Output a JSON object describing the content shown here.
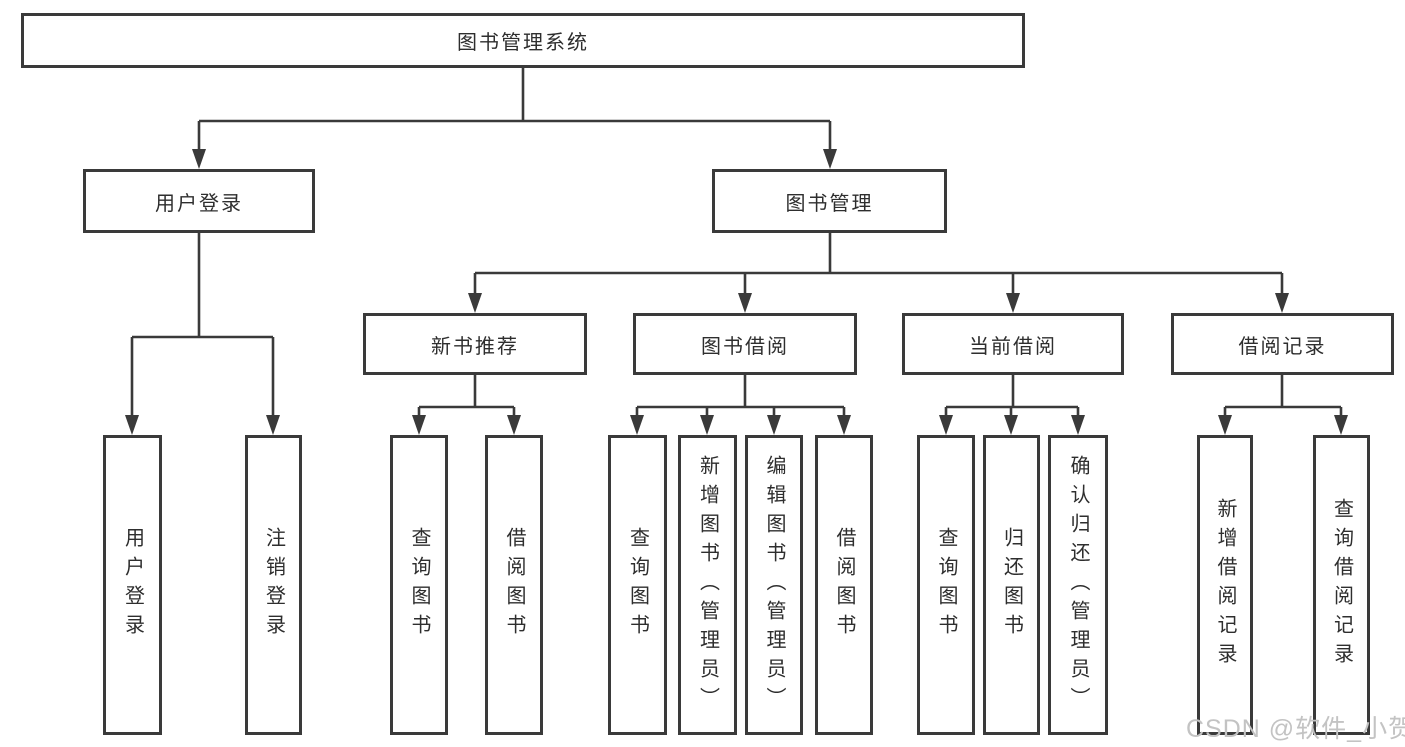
{
  "diagram": {
    "root": {
      "label": "图书管理系统"
    },
    "branches": [
      {
        "label": "用户登录",
        "children": [
          {
            "label": "用户登录"
          },
          {
            "label": "注销登录"
          }
        ]
      },
      {
        "label": "图书管理",
        "children": [
          {
            "label": "新书推荐",
            "children": [
              {
                "label": "查询图书"
              },
              {
                "label": "借阅图书"
              }
            ]
          },
          {
            "label": "图书借阅",
            "children": [
              {
                "label": "查询图书"
              },
              {
                "label": "新增图书（管理员）"
              },
              {
                "label": "编辑图书（管理员）"
              },
              {
                "label": "借阅图书"
              }
            ]
          },
          {
            "label": "当前借阅",
            "children": [
              {
                "label": "查询图书"
              },
              {
                "label": "归还图书"
              },
              {
                "label": "确认归还（管理员）"
              }
            ]
          },
          {
            "label": "借阅记录",
            "children": [
              {
                "label": "新增借阅记录"
              },
              {
                "label": "查询借阅记录"
              }
            ]
          }
        ]
      }
    ]
  },
  "watermark": {
    "text": "CSDN @软件_小贺同学"
  },
  "colors": {
    "line": "#3a3a3a",
    "box_border": "#3a3a3a",
    "box_fill": "#ffffff",
    "text": "#2e2e2e",
    "watermark_text": "#c3c3c3",
    "background": "#ffffff"
  }
}
